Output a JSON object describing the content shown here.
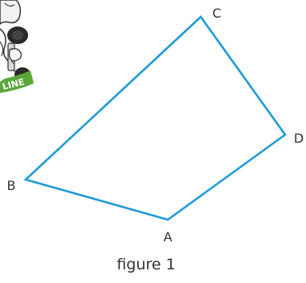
{
  "figure": {
    "caption": "figure 1",
    "shape_color": "#1f9ad6",
    "vertices": [
      {
        "label": "A"
      },
      {
        "label": "B"
      },
      {
        "label": "C"
      },
      {
        "label": "D"
      }
    ]
  },
  "mascot": {
    "icon": "cartoon-character-lifting-dumbbell-icon",
    "badge_text": "LINE",
    "badge_color": "#5aa83a"
  }
}
